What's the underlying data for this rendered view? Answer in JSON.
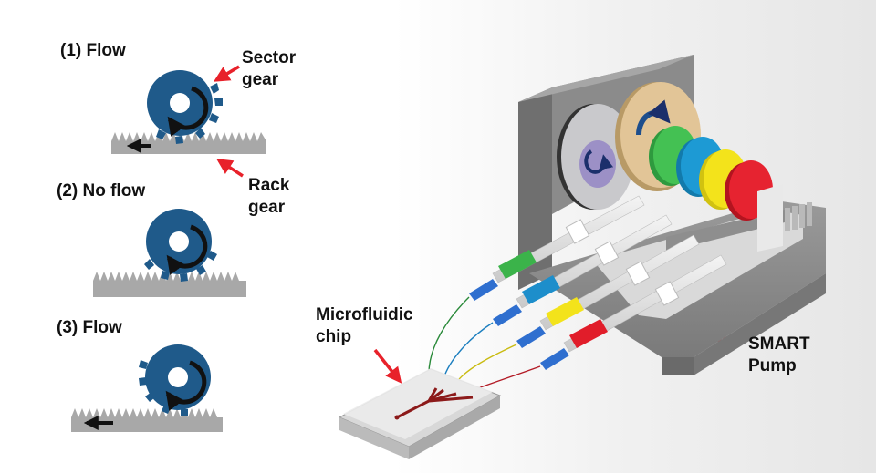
{
  "labels": {
    "flow_1": "(1) Flow",
    "no_flow_2": "(2) No flow",
    "flow_3": "(3) Flow",
    "sector_gear_line1": "Sector",
    "sector_gear_line2": "gear",
    "rack_gear_line1": "Rack",
    "rack_gear_line2": "gear",
    "chip_line1": "Microfluidic",
    "chip_line2": "chip",
    "pump_line1": "SMART",
    "pump_line2": "Pump"
  },
  "colors": {
    "gear_blue": "#1f5a8a",
    "rack_gray": "#a8a8a8",
    "arrow_red": "#e8212a",
    "syringe_green": "#3bb34a",
    "syringe_blue": "#1d8ecb",
    "syringe_yellow": "#f3e31b",
    "syringe_red": "#e11d2a",
    "brass_gear": "#d8b98a"
  },
  "icons": [
    "sector-gear-icon",
    "rack-gear-icon",
    "rotation-arrow-icon",
    "direction-arrow-icon",
    "pointer-arrow-icon"
  ]
}
